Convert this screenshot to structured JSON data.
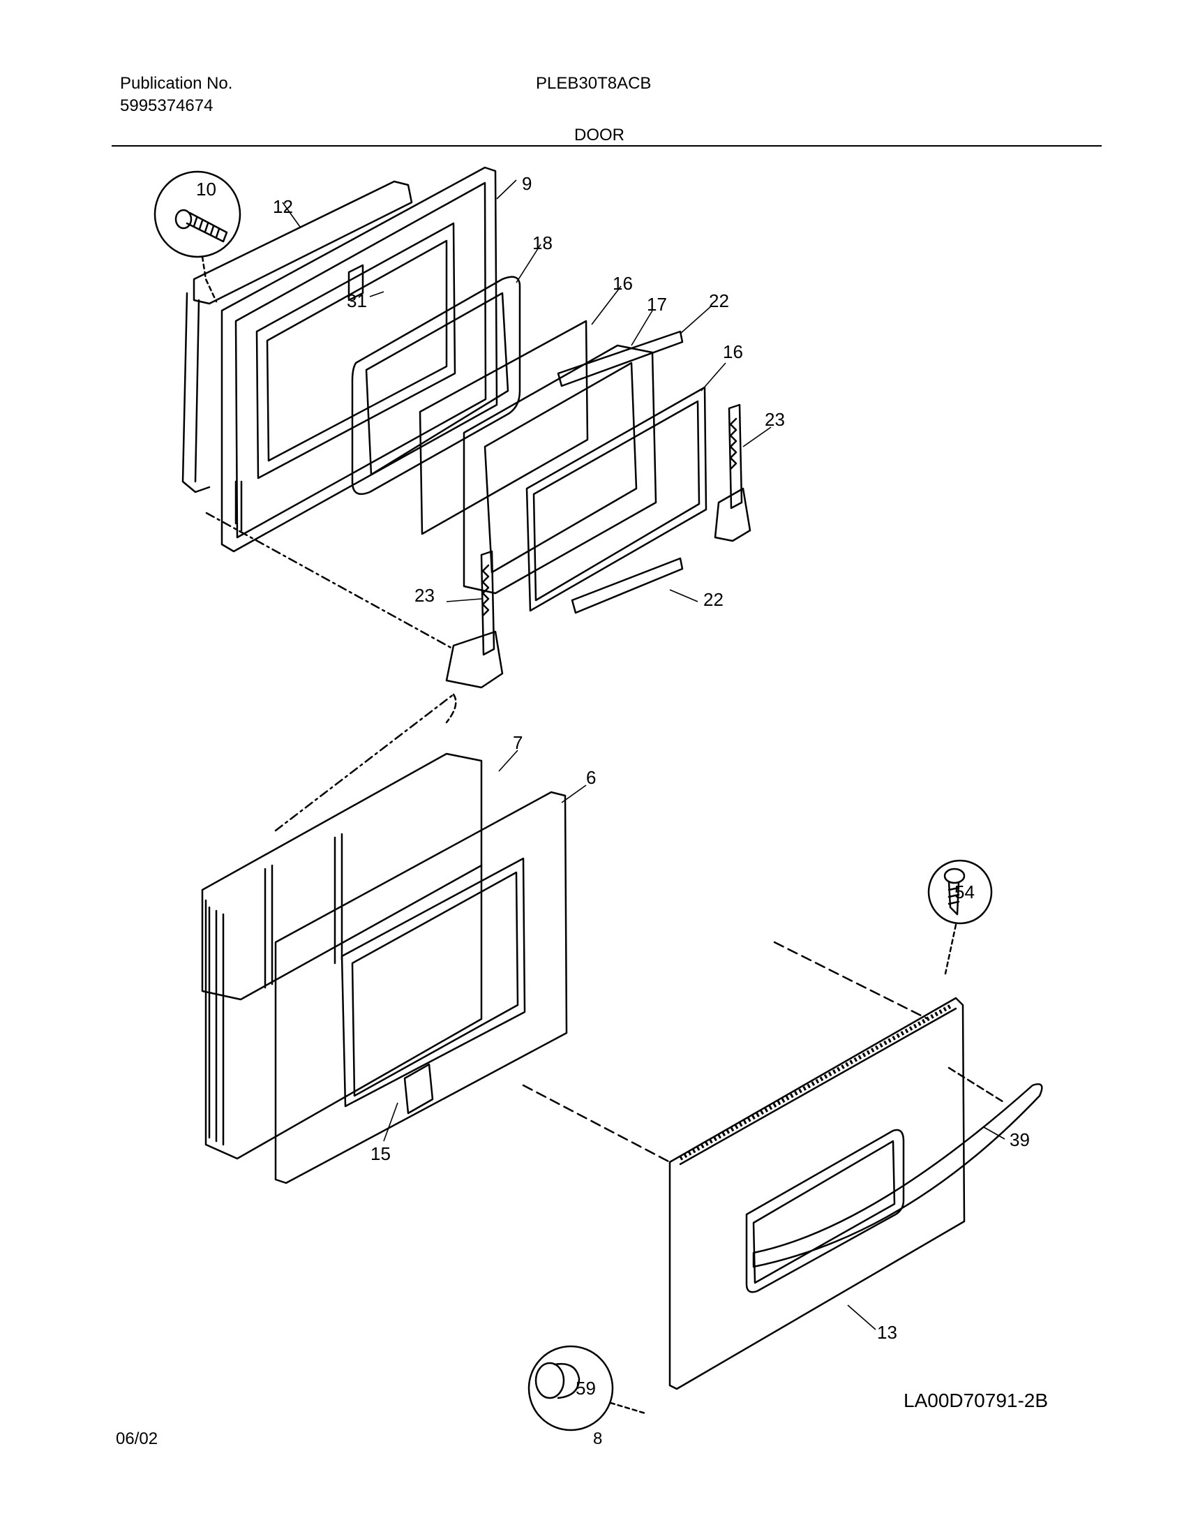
{
  "header": {
    "publication_label": "Publication No.",
    "publication_number": "5995374674",
    "model": "PLEB30T8ACB",
    "section": "DOOR"
  },
  "footer": {
    "date": "06/02",
    "page": "8",
    "drawing_id": "LA00D70791-2B"
  },
  "callouts": [
    "10",
    "12",
    "9",
    "18",
    "31",
    "16",
    "17",
    "22",
    "16",
    "23",
    "23",
    "22",
    "7",
    "6",
    "54",
    "15",
    "39",
    "13",
    "59"
  ]
}
